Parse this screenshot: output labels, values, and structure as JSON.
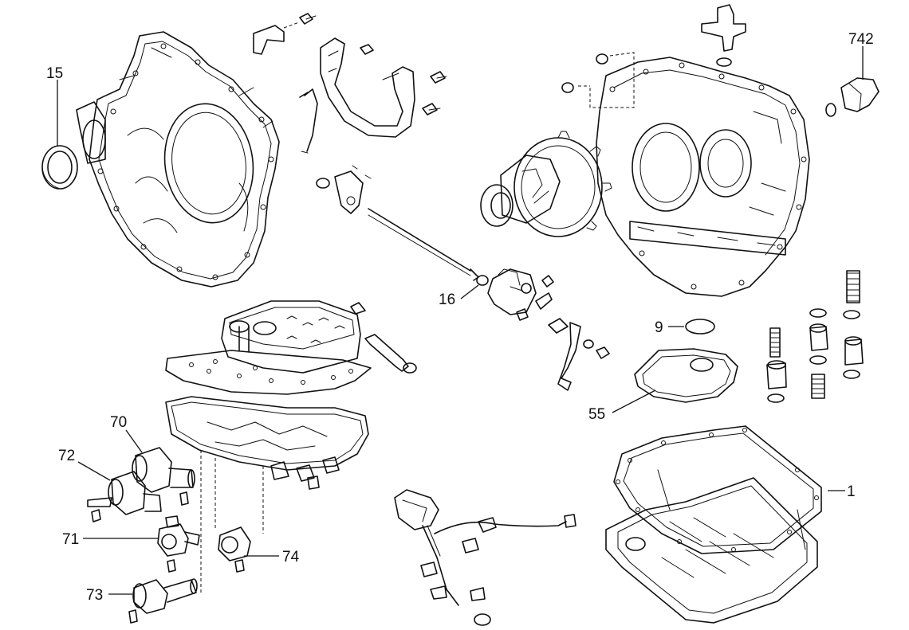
{
  "callouts": [
    {
      "key": "c15",
      "text": "15"
    },
    {
      "key": "c16",
      "text": "16"
    },
    {
      "key": "c742",
      "text": "742"
    },
    {
      "key": "c9",
      "text": "9"
    },
    {
      "key": "c55",
      "text": "55"
    },
    {
      "key": "c1",
      "text": "1"
    },
    {
      "key": "c70",
      "text": "70"
    },
    {
      "key": "c72",
      "text": "72"
    },
    {
      "key": "c71",
      "text": "71"
    },
    {
      "key": "c73",
      "text": "73"
    },
    {
      "key": "c74",
      "text": "74"
    }
  ],
  "colors": {
    "line": "#111111",
    "background": "#ffffff"
  }
}
